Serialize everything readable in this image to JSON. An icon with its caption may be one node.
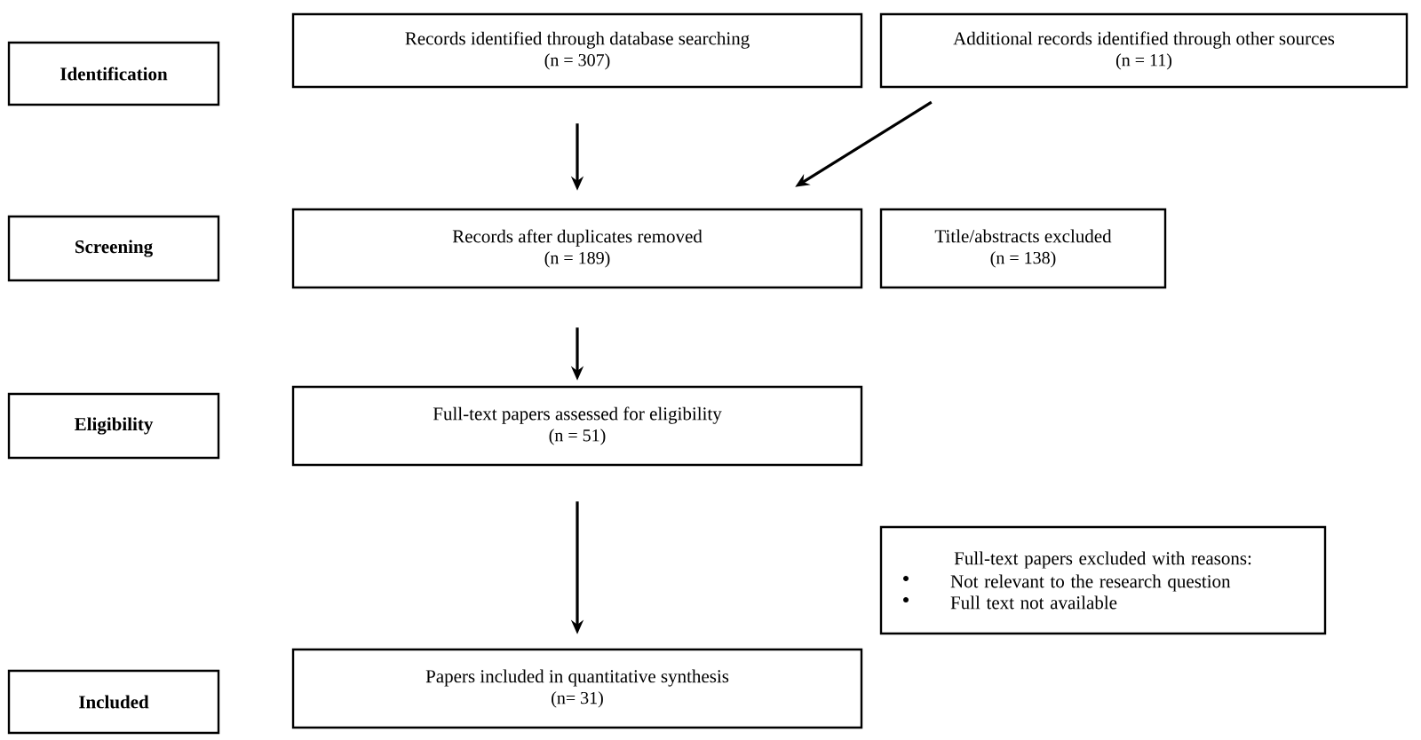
{
  "diagram": {
    "nodes": [
      {
        "text": [
          "Identification"
        ]
      },
      {
        "text": [
          "Records identified through database searching",
          "(n = 307)"
        ]
      },
      {
        "text": [
          "Additional records identified through other sources",
          "(n = 11)"
        ]
      },
      {
        "text": [
          "Screening"
        ]
      },
      {
        "text": [
          "Records after duplicates removed",
          "(n = 189)"
        ]
      },
      {
        "text": [
          "Title/abstracts excluded",
          "(n = 138)"
        ]
      },
      {
        "text": [
          "Eligibility"
        ]
      },
      {
        "text": [
          "Full-text papers assessed for eligibility",
          "(n = 51)"
        ]
      },
      {
        "text": [
          "Full-text papers excluded with reasons:",
          "Not relevant to the research question",
          "Full text not available"
        ]
      },
      {
        "text": [
          "Included"
        ]
      },
      {
        "text": [
          "Papers included in quantitative synthesis",
          "(n= 31)"
        ]
      }
    ],
    "edges": [
      {
        "from": 1,
        "to": 4,
        "arrow": "to"
      },
      {
        "from": 2,
        "to": 4,
        "arrow": "to"
      },
      {
        "from": 4,
        "to": 7,
        "arrow": "to"
      },
      {
        "from": 7,
        "to": 10,
        "arrow": "to"
      }
    ]
  }
}
